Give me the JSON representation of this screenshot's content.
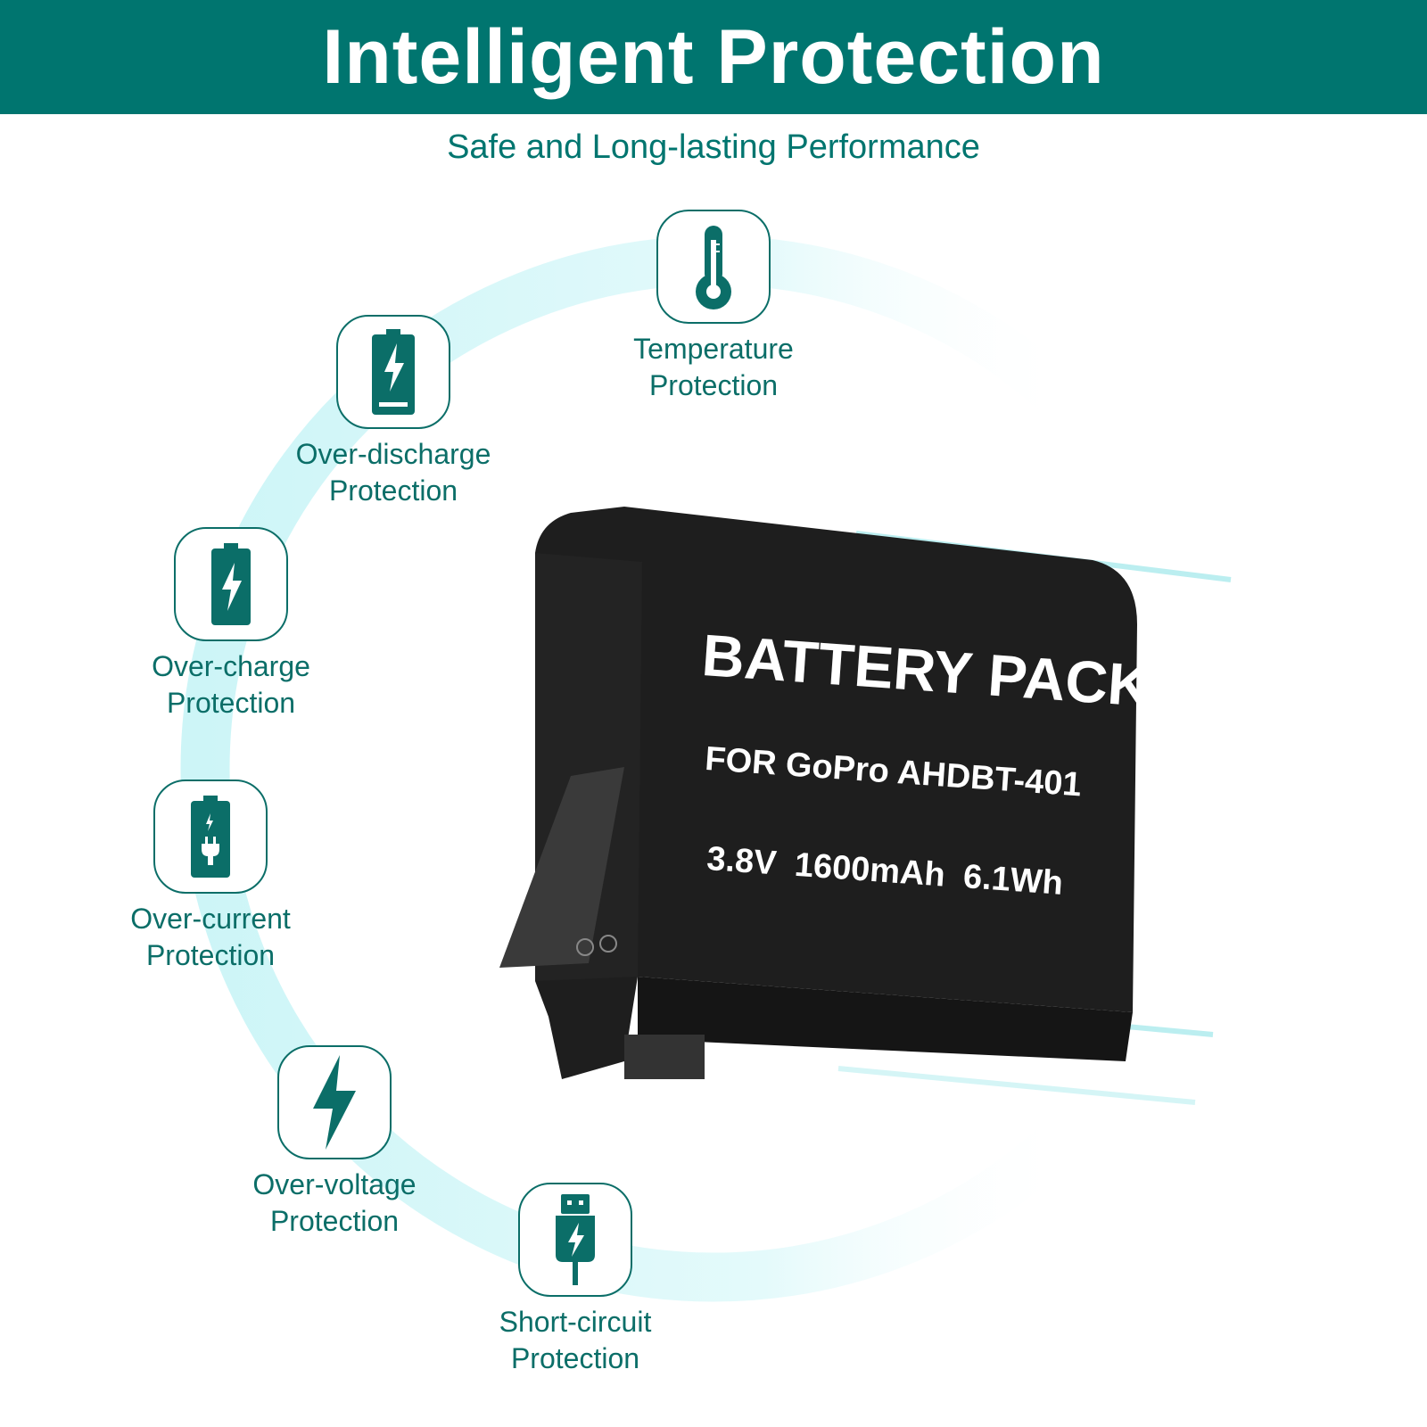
{
  "header": {
    "title": "Intelligent Protection"
  },
  "subtitle": "Safe and Long-lasting Performance",
  "features": [
    {
      "icon": "thermometer-icon",
      "line1": "Temperature",
      "line2": "Protection"
    },
    {
      "icon": "battery-discharge-icon",
      "line1": "Over-discharge",
      "line2": "Protection"
    },
    {
      "icon": "battery-charge-icon",
      "line1": "Over-charge",
      "line2": "Protection"
    },
    {
      "icon": "battery-plug-icon",
      "line1": "Over-current",
      "line2": "Protection"
    },
    {
      "icon": "lightning-icon",
      "line1": "Over-voltage",
      "line2": "Protection"
    },
    {
      "icon": "usb-lightning-icon",
      "line1": "Short-circuit",
      "line2": "Protection"
    }
  ],
  "battery": {
    "title": "BATTERY PACK",
    "model": "FOR GoPro AHDBT-401",
    "specs": "3.8V 1600mAh 6.1Wh"
  },
  "colors": {
    "brand": "#00756f",
    "ring": "#d8f6f7"
  }
}
